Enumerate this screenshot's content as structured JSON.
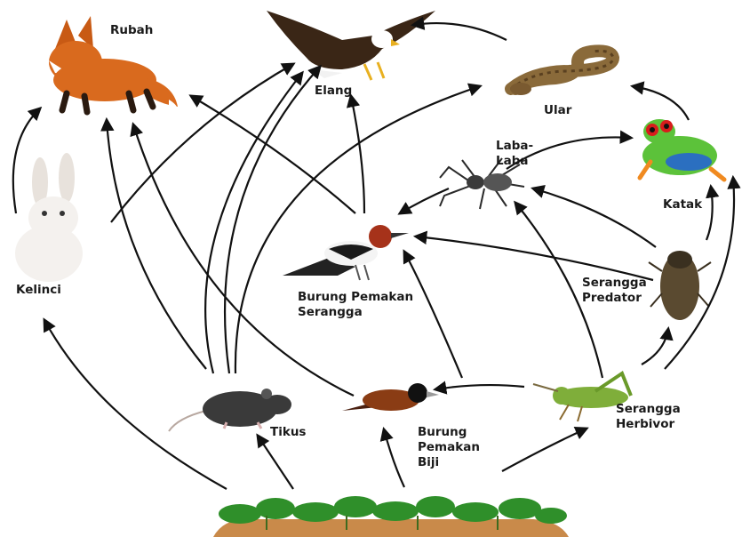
{
  "organisms": {
    "rubah": "Rubah",
    "elang": "Elang",
    "ular": "Ular",
    "laba_laba": "Laba-\nLaba",
    "katak": "Katak",
    "kelinci": "Kelinci",
    "burung_pemakan_serangga": "Burung Pemakan\nSerangga",
    "serangga_predator": "Serangga\nPredator",
    "tikus": "Tikus",
    "burung_pemakan_biji": "Burung\nPemakan\nBiji",
    "serangga_herbivor": "Serangga\nHerbivor"
  },
  "colors": {
    "arrow": "#111111",
    "ground": "#c98a4a",
    "foliage": "#2f8f2a",
    "fox": "#d96a1e",
    "eagle": "#3a2616",
    "snake": "#8a6a3a",
    "frog": "#5cc23a",
    "grasshopper": "#7fae3a"
  }
}
